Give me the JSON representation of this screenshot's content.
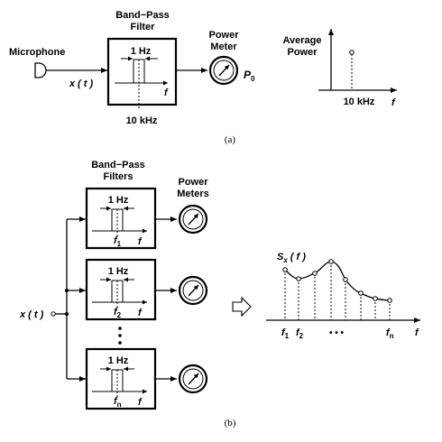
{
  "part_a": {
    "filter_title_line1": "Band−Pass",
    "filter_title_line2": "Filter",
    "bandwidth": "1 Hz",
    "center_freq": "10 kHz",
    "freq_axis": "f",
    "microphone": "Microphone",
    "input_signal": "x ( t )",
    "meter_line1": "Power",
    "meter_line2": "Meter",
    "meter_output": "P",
    "meter_output_sub": "0",
    "avg_power_line1": "Average",
    "avg_power_line2": "Power",
    "avg_freq_label": "10 kHz",
    "avg_freq_axis": "f",
    "caption": "(a)"
  },
  "part_b": {
    "filters_title_line1": "Band−Pass",
    "filters_title_line2": "Filters",
    "meters_line1": "Power",
    "meters_line2": "Meters",
    "input_signal": "x ( t )",
    "filters": [
      {
        "bandwidth": "1 Hz",
        "freq": "f",
        "sub": "1",
        "axis": "f"
      },
      {
        "bandwidth": "1 Hz",
        "freq": "f",
        "sub": "2",
        "axis": "f"
      },
      {
        "bandwidth": "1 Hz",
        "freq": "f",
        "sub": "n",
        "axis": "f"
      }
    ],
    "ellipsis": "•\n•\n•",
    "spectrum_label": "S",
    "spectrum_sub": "x",
    "spectrum_arg": "( f )",
    "axis_labels": [
      {
        "t": "f",
        "s": "1"
      },
      {
        "t": "f",
        "s": "2"
      },
      {
        "t": "• • •",
        "s": ""
      },
      {
        "t": "f",
        "s": "n"
      }
    ],
    "spectrum_axis": "f",
    "caption": "(b)"
  },
  "colors": {
    "ink": "#000000",
    "background": "#ffffff"
  }
}
